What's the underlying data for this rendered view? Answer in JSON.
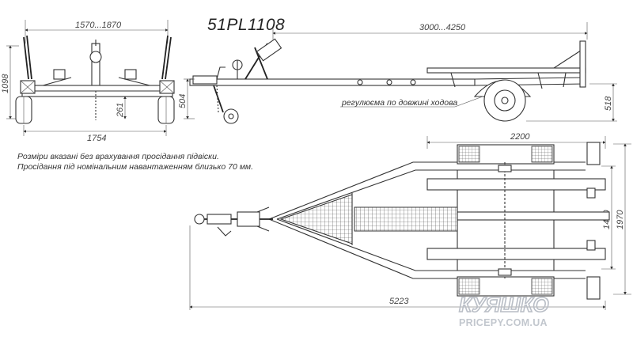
{
  "title": "51PL1108",
  "dimensions": {
    "rear_width": "1570...1870",
    "overall_height": "1098",
    "frame_height": "504",
    "wheel_height": "518",
    "length_range": "3000...4250",
    "rear_bottom": "261",
    "track": "1754",
    "bunk_length": "2200",
    "inner_width": "1450",
    "outer_width": "1970",
    "overall_length": "5223"
  },
  "annotation": "регулюєма по довжині ходова",
  "notes": [
    "Розміри вказані без врахування просідання підвіски.",
    "Просідання під номінальним навантаженням близько 70 мм."
  ],
  "watermark": {
    "brand": "КУЯШКО",
    "site": "PRICEPY.COM.UA"
  }
}
